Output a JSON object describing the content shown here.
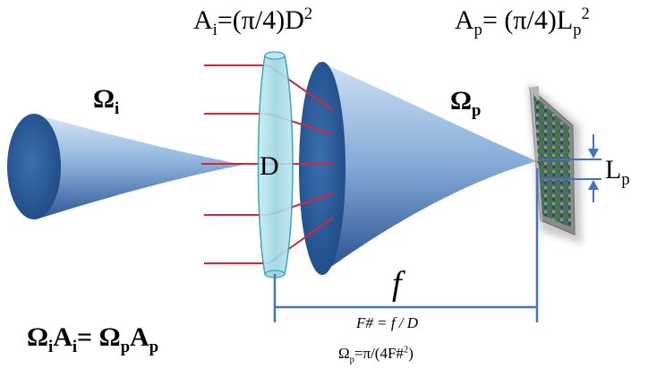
{
  "labels": {
    "omega_i": {
      "sym": "Ω",
      "sub": "i"
    },
    "omega_p": {
      "sym": "Ω",
      "sub": "p"
    },
    "area_image": {
      "pre": "A",
      "sub": "i",
      "mid": "=(π/4)D",
      "sup": "2"
    },
    "area_pixel": {
      "pre": "A",
      "sub": "p",
      "mid": "= (π/4)L",
      "sub2": "p",
      "sup": "2"
    },
    "diameter": "D",
    "pixel_size": {
      "pre": "L",
      "sub": "p"
    },
    "focal_length": "f",
    "fnumber_eq": "F# = f / D",
    "solid_angle_eq": {
      "pre": "Ω",
      "sub": "p",
      "post": "=π/(4F#",
      "sup": "2",
      "end": ")"
    },
    "etendue_eq": {
      "s1": "Ω",
      "sub1": "i",
      "s2": "A",
      "sub2": "i",
      "eq": "= ",
      "s3": "Ω",
      "sub3": "p",
      "s4": "A",
      "sub4": "p"
    }
  },
  "colors": {
    "cone_light": "#b8d2ea",
    "cone_dark": "#2f5f9e",
    "lens_fill": "#9fd6e2",
    "lens_stroke": "#3aa6bb",
    "ray": "#d2283c",
    "dimension_line": "#4472c4"
  }
}
